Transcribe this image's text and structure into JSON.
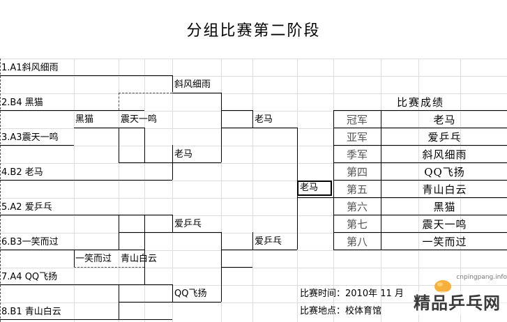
{
  "title": "分组比赛第二阶段",
  "entrants": [
    "1.A1斜风细雨",
    "2.B4 黑猫",
    "3.A3震天一鸣",
    "4.B2 老马",
    "5.A2 爱乒乓",
    "6.B3一笑而过",
    "7.A4 QQ飞扬",
    "8.B1 青山白云"
  ],
  "losers_round1": {
    "top_left": "黑猫",
    "top_right": "震天一鸣",
    "bottom_left": "一笑而过",
    "bottom_right": "青山白云"
  },
  "round1_winners": [
    "斜风细雨",
    "老马",
    "爱乒乓",
    "QQ飞扬"
  ],
  "semifinal_winners": [
    "老马",
    "爱乒乓"
  ],
  "champion": "老马",
  "results": {
    "header": "比赛成绩",
    "rows": [
      {
        "rank": "冠军",
        "name": "老马"
      },
      {
        "rank": "亚军",
        "name": "爱乒乓"
      },
      {
        "rank": "季军",
        "name": "斜风细雨"
      },
      {
        "rank": "第四",
        "name": "QQ飞扬"
      },
      {
        "rank": "第五",
        "name": "青山白云"
      },
      {
        "rank": "第六",
        "name": "黑猫"
      },
      {
        "rank": "第七",
        "name": "震天一鸣"
      },
      {
        "rank": "第八",
        "name": "一笑而过"
      }
    ]
  },
  "match_info": {
    "time": "比赛时间：2010年 11 月",
    "place": "比赛地点：校体育馆"
  },
  "watermark": {
    "url": "cnpingpang.info",
    "logo_text": "精品乒乓网"
  }
}
